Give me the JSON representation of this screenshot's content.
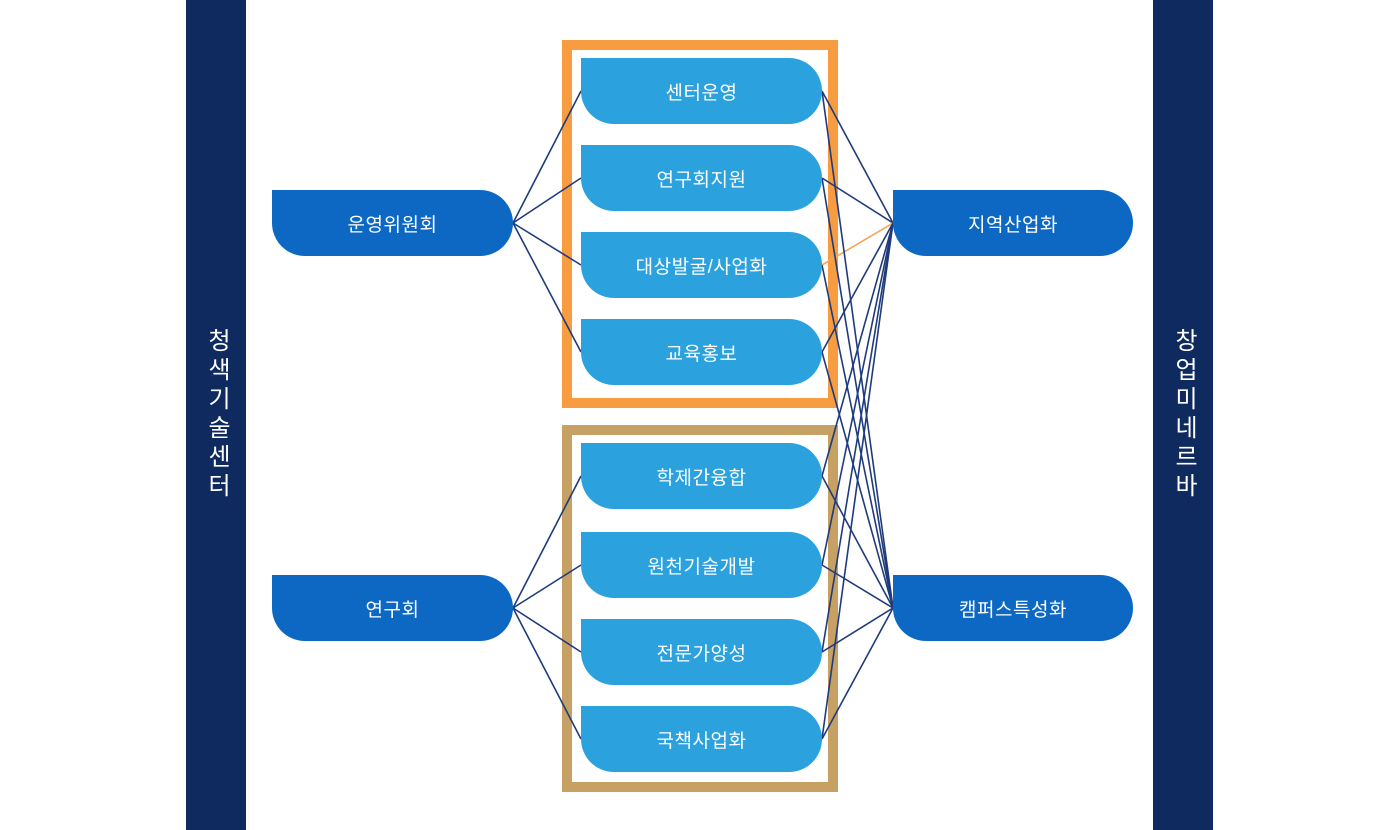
{
  "page": {
    "background": "#ffffff"
  },
  "sidebars": {
    "left": {
      "text": "청색기술센터",
      "background": "#0e2a5f"
    },
    "right": {
      "text": "창업미네르바",
      "background": "#0e2a5f"
    }
  },
  "diagram": {
    "left_nodes": [
      {
        "id": "operating-committee",
        "label": "운영위원회"
      },
      {
        "id": "research-society",
        "label": "연구회"
      }
    ],
    "right_nodes": [
      {
        "id": "regional-industrialization",
        "label": "지역산업화"
      },
      {
        "id": "campus-specialization",
        "label": "캠퍼스특성화"
      }
    ],
    "groups": [
      {
        "id": "group-operations",
        "border_color": "#f89c41",
        "items": [
          {
            "id": "center-operation",
            "label": "센터운영"
          },
          {
            "id": "research-society-support",
            "label": "연구회지원"
          },
          {
            "id": "target-discovery-commercialization",
            "label": "대상발굴/사업화"
          },
          {
            "id": "education-promotion",
            "label": "교육홍보"
          }
        ]
      },
      {
        "id": "group-research",
        "border_color": "#c7a063",
        "items": [
          {
            "id": "interdisciplinary-convergence",
            "label": "학제간융합"
          },
          {
            "id": "core-technology-development",
            "label": "원천기술개발"
          },
          {
            "id": "expert-training",
            "label": "전문가양성"
          },
          {
            "id": "national-project-commercialization",
            "label": "국책사업화"
          }
        ]
      }
    ],
    "edges": [
      {
        "from": "operating-committee",
        "to": "center-operation"
      },
      {
        "from": "operating-committee",
        "to": "research-society-support"
      },
      {
        "from": "operating-committee",
        "to": "target-discovery-commercialization"
      },
      {
        "from": "operating-committee",
        "to": "education-promotion"
      },
      {
        "from": "research-society",
        "to": "interdisciplinary-convergence"
      },
      {
        "from": "research-society",
        "to": "core-technology-development"
      },
      {
        "from": "research-society",
        "to": "expert-training"
      },
      {
        "from": "research-society",
        "to": "national-project-commercialization"
      },
      {
        "from": "center-operation",
        "to": "regional-industrialization"
      },
      {
        "from": "research-society-support",
        "to": "regional-industrialization"
      },
      {
        "from": "target-discovery-commercialization",
        "to": "regional-industrialization",
        "highlight": true
      },
      {
        "from": "education-promotion",
        "to": "regional-industrialization"
      },
      {
        "from": "interdisciplinary-convergence",
        "to": "regional-industrialization"
      },
      {
        "from": "core-technology-development",
        "to": "regional-industrialization"
      },
      {
        "from": "expert-training",
        "to": "regional-industrialization"
      },
      {
        "from": "national-project-commercialization",
        "to": "regional-industrialization"
      },
      {
        "from": "center-operation",
        "to": "campus-specialization"
      },
      {
        "from": "research-society-support",
        "to": "campus-specialization"
      },
      {
        "from": "target-discovery-commercialization",
        "to": "campus-specialization"
      },
      {
        "from": "education-promotion",
        "to": "campus-specialization"
      },
      {
        "from": "interdisciplinary-convergence",
        "to": "campus-specialization"
      },
      {
        "from": "core-technology-development",
        "to": "campus-specialization"
      },
      {
        "from": "expert-training",
        "to": "campus-specialization"
      },
      {
        "from": "national-project-commercialization",
        "to": "campus-specialization"
      }
    ],
    "colors": {
      "dark_node": "#0d68c3",
      "light_node": "#2ba2de",
      "line": "#1e3b7c",
      "highlight_line": "#f8a558",
      "sidebar": "#0e2a5f",
      "frame_top": "#f89c41",
      "frame_bottom": "#c7a063"
    }
  }
}
